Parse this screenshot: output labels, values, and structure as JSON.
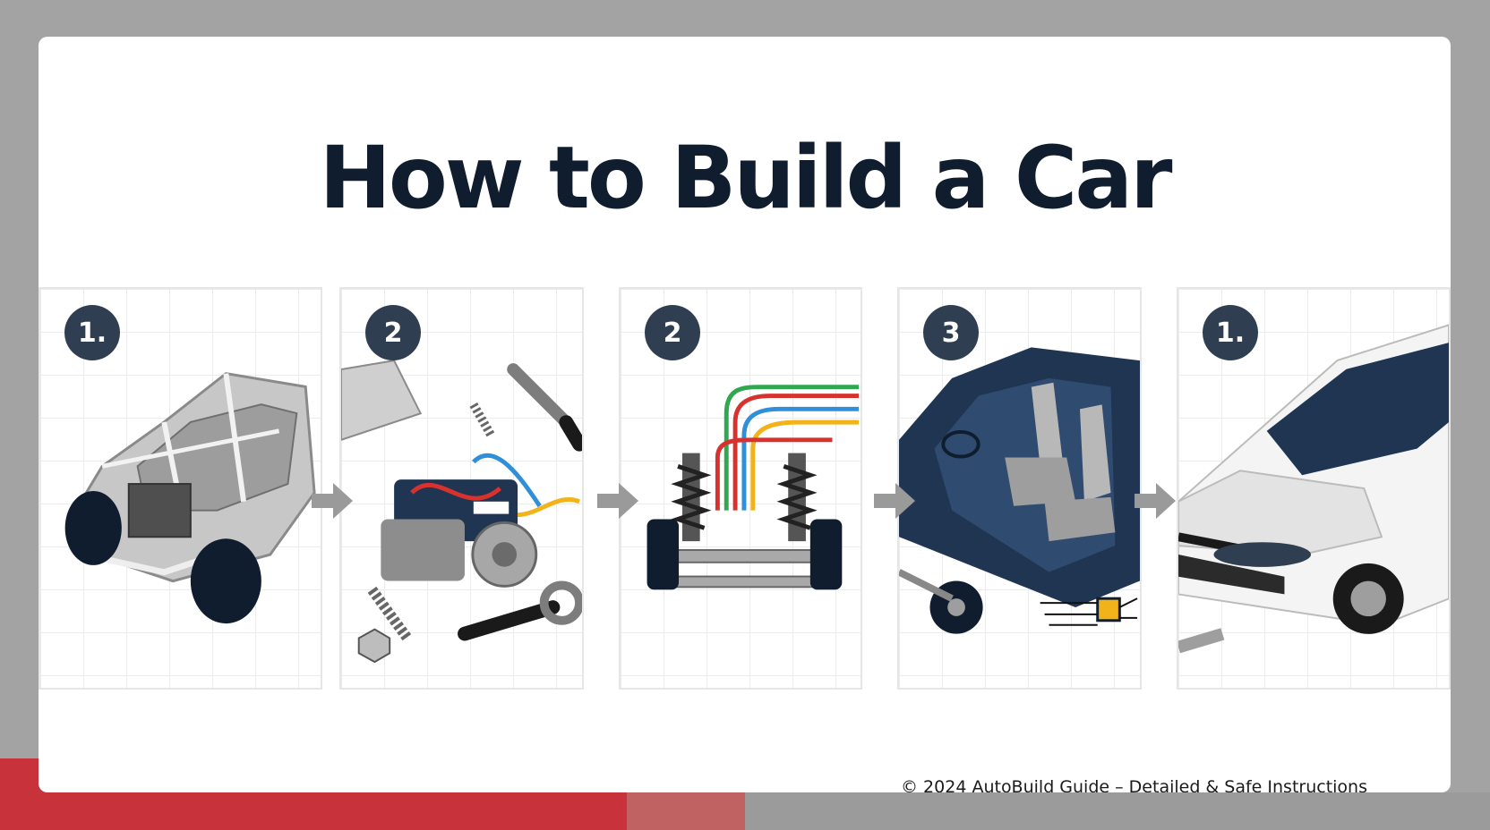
{
  "header": {
    "title": "How to Build a Car"
  },
  "steps": [
    {
      "badge": "1.",
      "icon": "car-frame-icon"
    },
    {
      "badge": "2",
      "icon": "engine-and-tools-icon"
    },
    {
      "badge": "2",
      "icon": "chassis-wiring-icon"
    },
    {
      "badge": "3",
      "icon": "interior-seats-icon"
    },
    {
      "badge": "1.",
      "icon": "finished-car-icon"
    }
  ],
  "footer": {
    "text": "© 2024 AutoBuild Guide – Detailed & Safe Instructions"
  },
  "colors": {
    "navy": "#0f1d2e",
    "badge": "#2f3e50",
    "accent_red": "#c8323a",
    "background_gray": "#a3a3a3",
    "arrow_gray": "#9a9a9a"
  }
}
